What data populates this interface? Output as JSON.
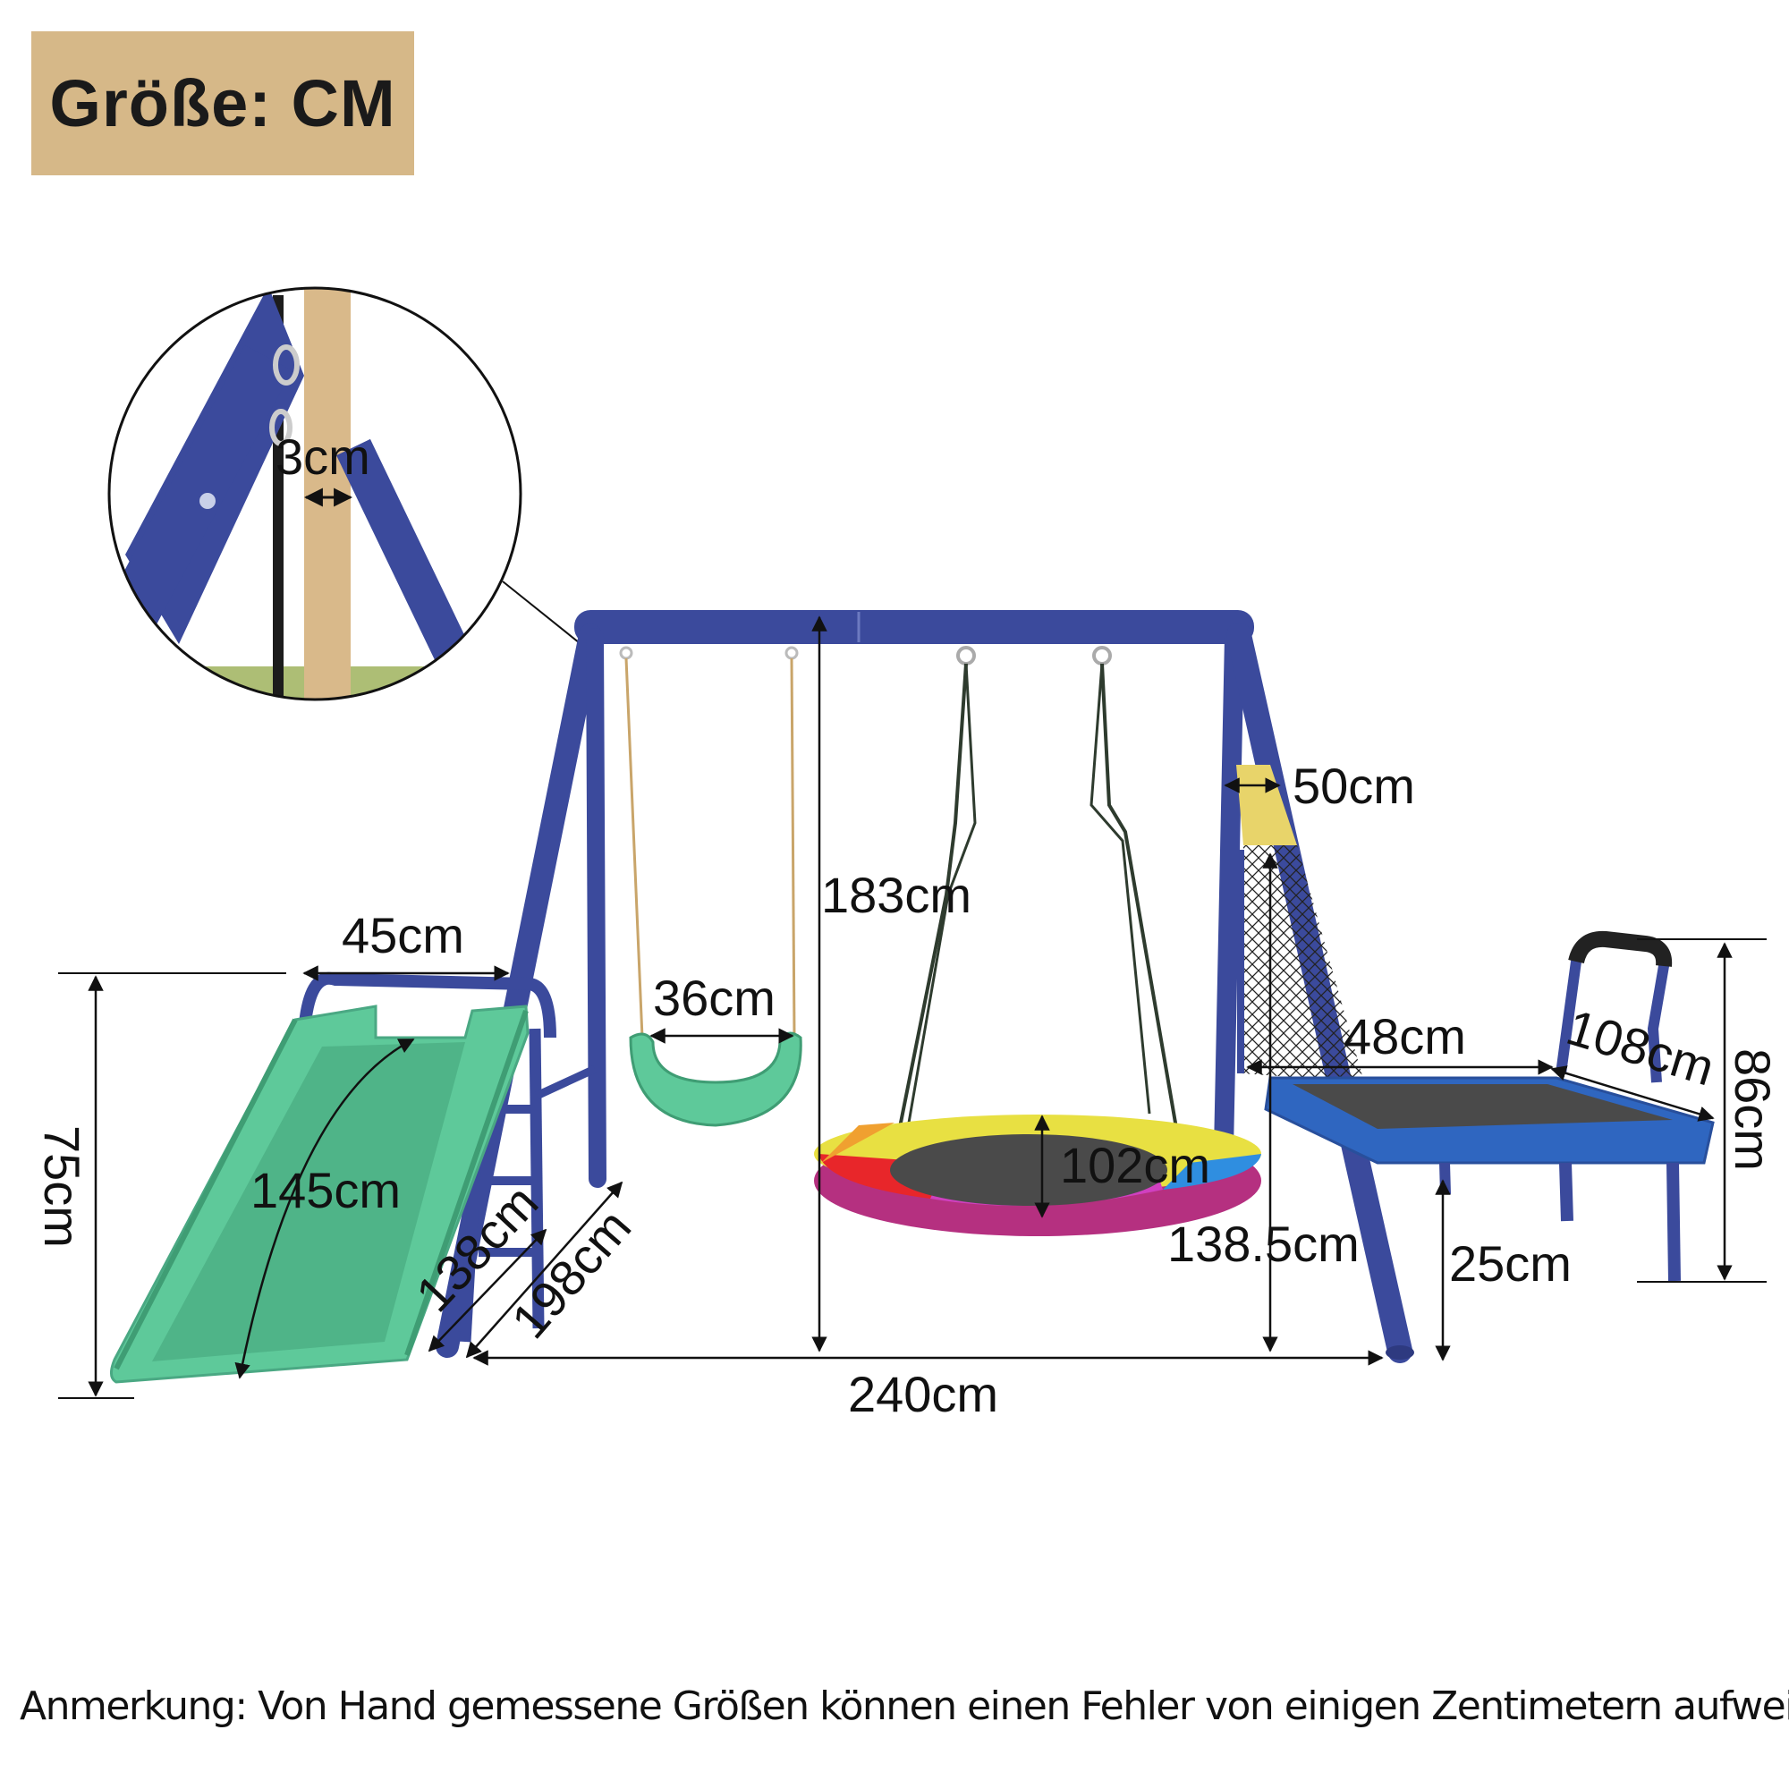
{
  "header": {
    "title": "Größe: CM"
  },
  "dimensions": {
    "pole_gap": "3cm",
    "slide_width": "45cm",
    "slide_height": "75cm",
    "slide_length": "145cm",
    "ladder_length_a": "138cm",
    "ladder_length_b": "198cm",
    "seat_width": "36cm",
    "frame_height": "183cm",
    "nest_swing_diameter": "102cm",
    "net_height": "138.5cm",
    "net_width": "50cm",
    "trampoline_width": "48cm",
    "trampoline_length": "108cm",
    "trampoline_height": "86cm",
    "trampoline_leg_height": "25cm",
    "frame_width": "240cm"
  },
  "footer": {
    "note": "Anmerkung: Von Hand gemessene Größen können einen Fehler von einigen Zentimetern aufweisen"
  },
  "colors": {
    "frame": "#3b4a9c",
    "slide": "#5ec99a",
    "beige_pole": "#d9b98a",
    "net_top": "#e8d46a",
    "trampoline_mat": "#4a4a4a"
  }
}
